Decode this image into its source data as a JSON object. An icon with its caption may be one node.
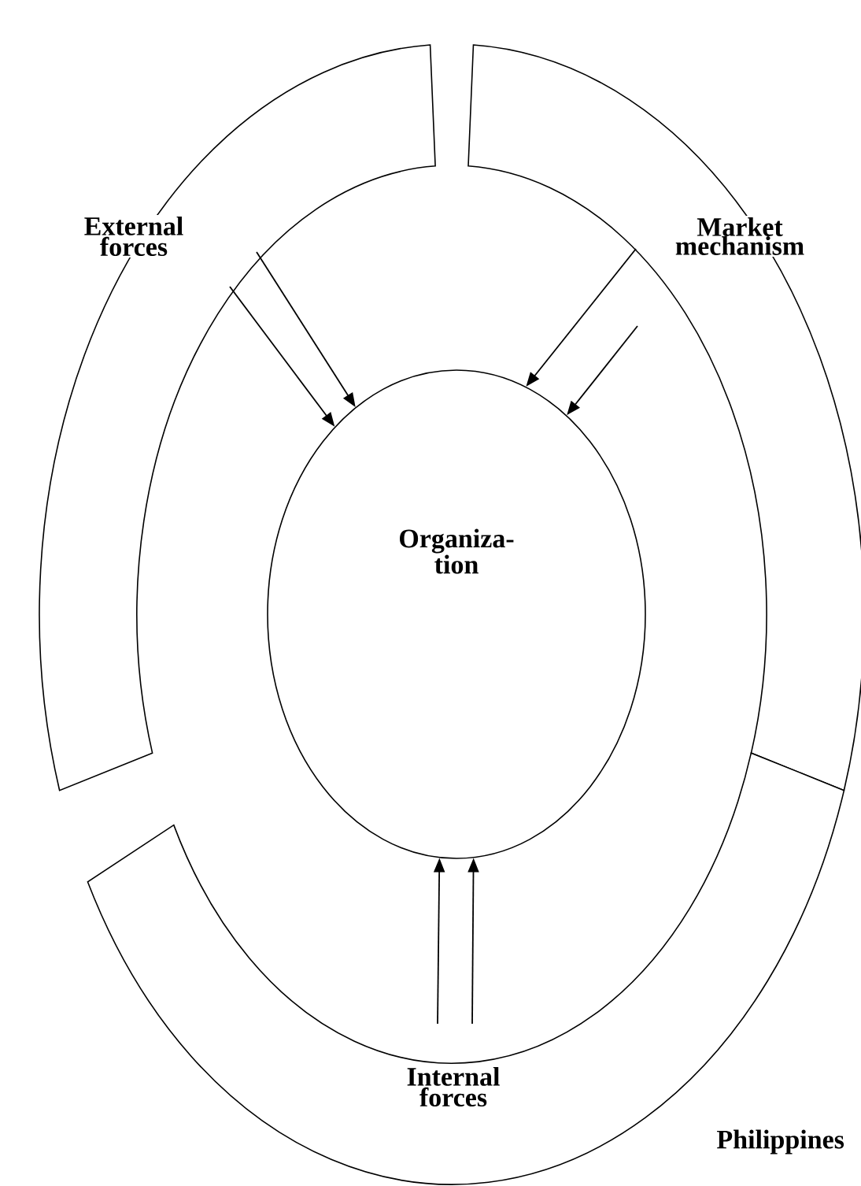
{
  "diagram": {
    "nodes": [
      {
        "text": [
          "External forces"
        ]
      },
      {
        "text": [
          "Market mechanism"
        ]
      },
      {
        "text": [
          "Organiza-tion"
        ]
      },
      {
        "text": [
          "Internal forces"
        ]
      }
    ],
    "edges": [
      {
        "from": 0,
        "to": 2,
        "arrow": "to"
      },
      {
        "from": 0,
        "to": 2,
        "arrow": "to"
      },
      {
        "from": 1,
        "to": 2,
        "arrow": "to"
      },
      {
        "from": 1,
        "to": 2,
        "arrow": "to"
      },
      {
        "from": 3,
        "to": 2,
        "arrow": "to"
      },
      {
        "from": 3,
        "to": 2,
        "arrow": "to"
      }
    ],
    "labels": [
      "Philippines"
    ]
  }
}
